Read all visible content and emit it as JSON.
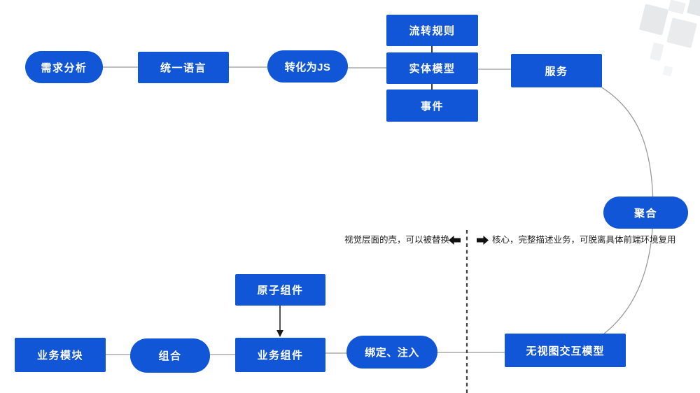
{
  "diagram": {
    "nodes": {
      "requirement_analysis": "需求分析",
      "unified_language": "统一语言",
      "convert_to_js": "转化为JS",
      "flow_rules": "流转规则",
      "entity_model": "实体模型",
      "event": "事件",
      "service": "服务",
      "aggregate": "聚合",
      "business_module": "业务模块",
      "compose": "组合",
      "atomic_component": "原子组件",
      "business_component": "业务组件",
      "bind_inject": "绑定、注入",
      "viewless_interaction_model": "无视图交互模型"
    },
    "annotations": {
      "left_label": "视觉层面的壳，可以被替换",
      "right_label": "核心，完整描述业务，可脱离具体前端环境复用"
    },
    "colors": {
      "node_fill": "#1156d7",
      "node_text": "#ffffff",
      "connector_line": "#9b9b9b",
      "stack_connector": "#3c3c3c",
      "dashed_divider": "#3f3f3f",
      "annotation_text": "#1f1f1f",
      "watermark_gray": "#e8eaed"
    }
  }
}
